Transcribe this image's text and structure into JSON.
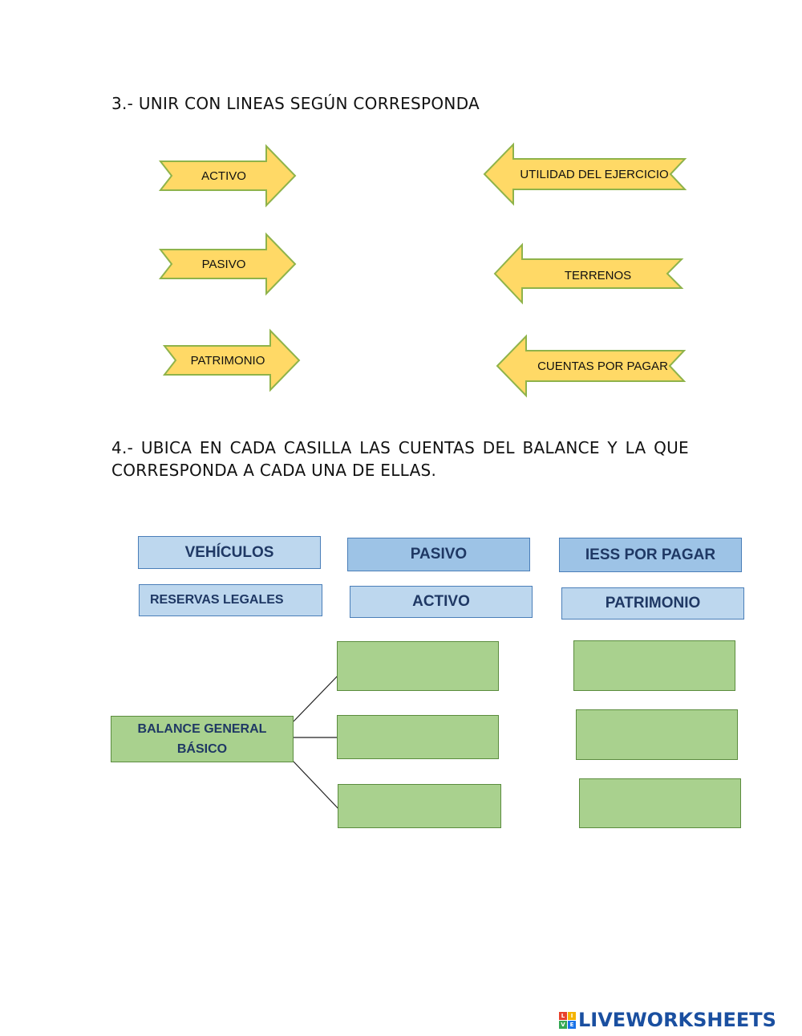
{
  "section3": {
    "title": "3.- UNIR CON LINEAS SEGÚN CORRESPONDA",
    "left_arrows": [
      "ACTIVO",
      "PASIVO",
      "PATRIMONIO"
    ],
    "right_arrows": [
      "UTILIDAD DEL EJERCICIO",
      "TERRENOS",
      "CUENTAS POR PAGAR"
    ],
    "arrow_fill": "#ffd966",
    "arrow_stroke": "#8fb34a"
  },
  "section4": {
    "title": "4.- UBICA EN CADA CASILLA LAS CUENTAS DEL BALANCE Y LA QUE CORRESPONDA A CADA UNA DE ELLAS.",
    "chips": [
      "VEHÍCULOS",
      "PASIVO",
      "IESS POR PAGAR",
      "RESERVAS LEGALES",
      "ACTIVO",
      "PATRIMONIO"
    ],
    "root_box": {
      "line1": "BALANCE GENERAL",
      "line2": "BÁSICO"
    },
    "answer_box_color": "#a9d18e"
  },
  "footer": {
    "brand": "LIVEWORKSHEETS",
    "mark_letters": [
      "L",
      "I",
      "V",
      "E"
    ]
  }
}
